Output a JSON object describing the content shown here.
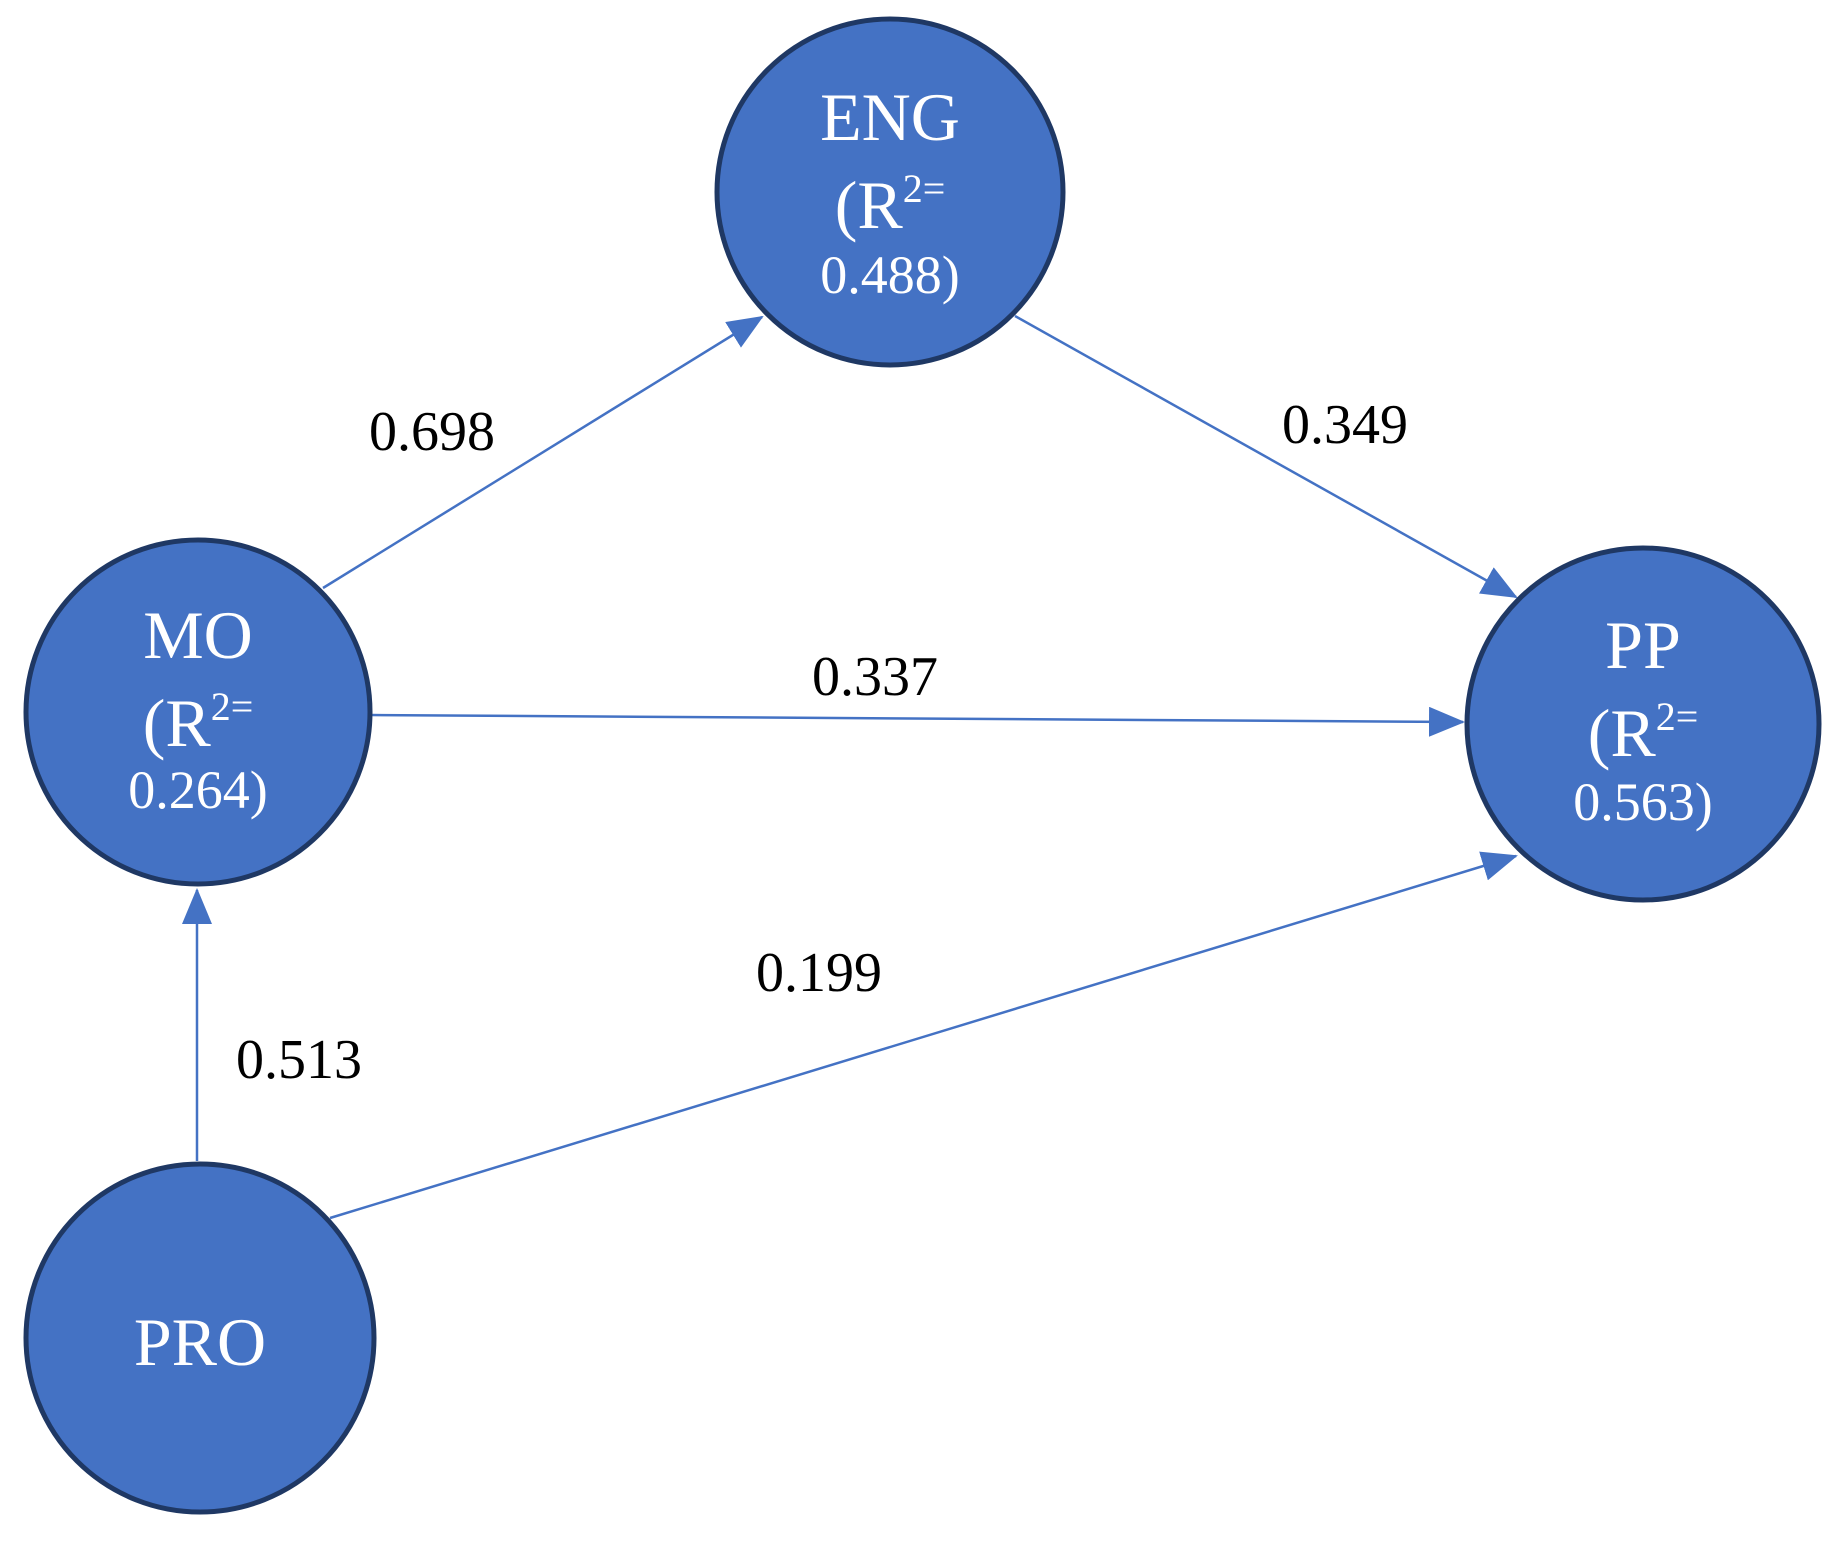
{
  "figure": {
    "type": "sem-path-diagram",
    "background_color": "#ffffff",
    "node_fill_color": "#4472c4",
    "node_border_color": "#1f3864",
    "node_text_color": "#ffffff",
    "arrow_color": "#4472c4",
    "label_text_color": "#000000",
    "nodes": [
      {
        "id": "ENG",
        "label": "ENG",
        "r2_prefix": "(R",
        "r2_sup": "2=",
        "r2_value": "0.488)"
      },
      {
        "id": "MO",
        "label": "MO",
        "r2_prefix": "(R",
        "r2_sup": "2=",
        "r2_value": "0.264)"
      },
      {
        "id": "PP",
        "label": "PP",
        "r2_prefix": "(R",
        "r2_sup": "2=",
        "r2_value": "0.563)"
      },
      {
        "id": "PRO",
        "label": "PRO"
      }
    ],
    "edges": [
      {
        "from": "MO",
        "to": "ENG",
        "coefficient": "0.698"
      },
      {
        "from": "ENG",
        "to": "PP",
        "coefficient": "0.349"
      },
      {
        "from": "MO",
        "to": "PP",
        "coefficient": "0.337"
      },
      {
        "from": "PRO",
        "to": "MO",
        "coefficient": "0.513"
      },
      {
        "from": "PRO",
        "to": "PP",
        "coefficient": "0.199"
      }
    ]
  }
}
